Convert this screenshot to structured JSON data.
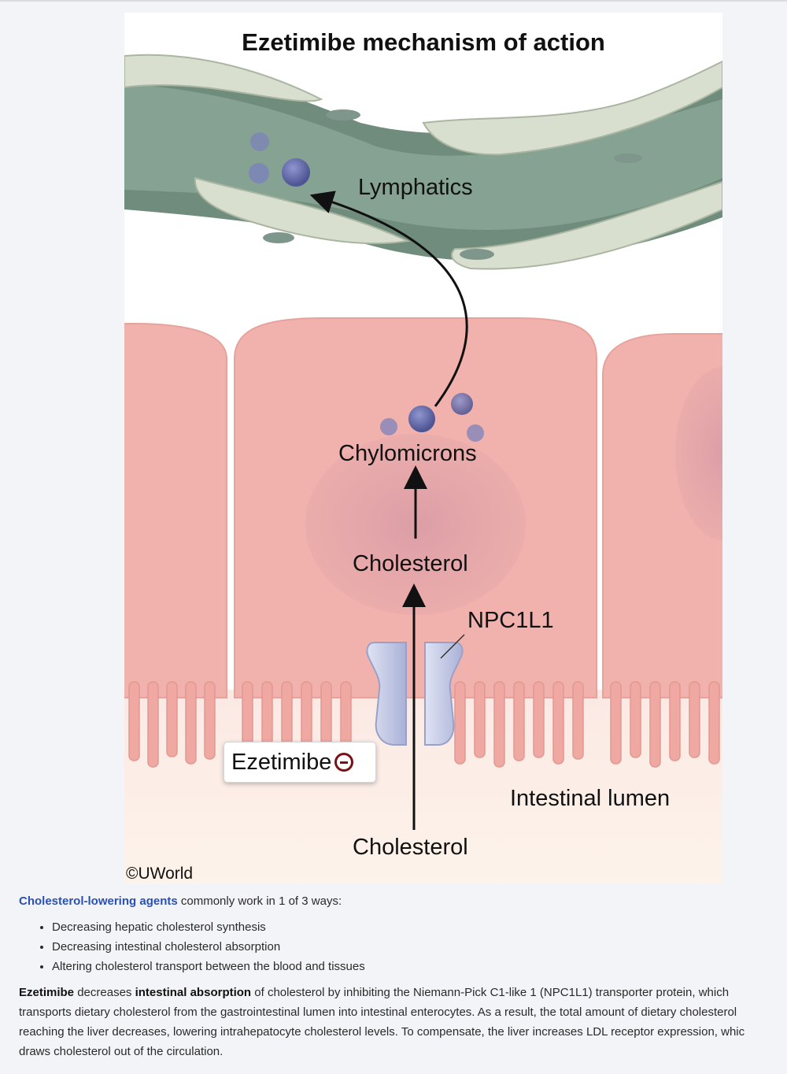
{
  "figure": {
    "title": "Ezetimibe mechanism of action",
    "labels": {
      "lymphatics": "Lymphatics",
      "chylomicrons": "Chylomicrons",
      "cholesterol_cell": "Cholesterol",
      "npc1l1": "NPC1L1",
      "ezetimibe": "Ezetimibe",
      "intestinal_lumen": "Intestinal lumen",
      "cholesterol_lumen": "Cholesterol"
    },
    "copyright": "©UWorld",
    "colors": {
      "lymph_vessel": "#7e9a8b",
      "epithelium": "#f1b2ad",
      "transporter": "#c3c9e3",
      "inhibitor": "#7a1116"
    }
  },
  "text": {
    "intro_link": "Cholesterol-lowering agents",
    "intro_rest": " commonly work in 1 of 3 ways:",
    "bullets": [
      "Decreasing hepatic cholesterol synthesis",
      "Decreasing intestinal cholesterol absorption",
      "Altering cholesterol transport between the blood and tissues"
    ],
    "para": {
      "b1": "Ezetimibe",
      "t1": " decreases ",
      "b2": "intestinal absorption",
      "line1_rest": " of cholesterol by inhibiting the Niemann-Pick C1-like 1 (NPC1L1) transporter protein, which",
      "line2": "transports dietary cholesterol from the gastrointestinal lumen into intestinal enterocytes.  As a result, the total amount of dietary cholesterol",
      "line3": "reaching the liver decreases, lowering intrahepatocyte cholesterol levels.  To compensate, the liver increases LDL receptor expression, whic",
      "line4": "draws cholesterol out of the circulation."
    }
  }
}
